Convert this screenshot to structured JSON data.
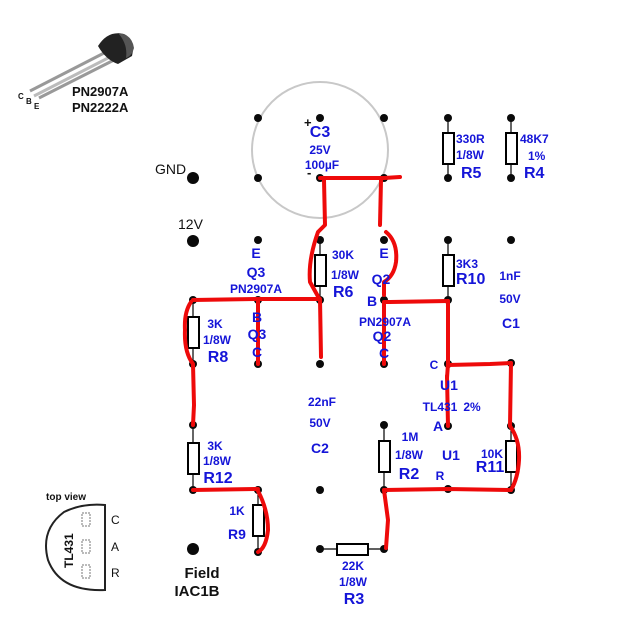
{
  "diagram": {
    "title": "PCB component layout with hand-drawn red jumper wires",
    "transistor_legend": {
      "pins": [
        "C",
        "B",
        "E"
      ],
      "parts": [
        "PN2907A",
        "PN2222A"
      ]
    },
    "tl431_legend": {
      "caption": "top view",
      "body_text": "TL431",
      "pins": [
        "C",
        "A",
        "R"
      ]
    },
    "terminals": {
      "gnd": "GND",
      "v12": "12V",
      "field_line1": "Field",
      "field_line2": "IAC1B"
    },
    "c3": {
      "plus": "+",
      "minus": "-",
      "name": "C3",
      "voltage": "25V",
      "value": "100µF"
    },
    "r5": {
      "value": "330R",
      "rating": "1/8W",
      "name": "R5"
    },
    "r4": {
      "value": "48K7",
      "rating": "1%",
      "name": "R4"
    },
    "q3": {
      "pin_e": "E",
      "name_top": "Q3",
      "part": "PN2907A",
      "pin_b": "B",
      "name_bottom": "Q3",
      "pin_c": "C"
    },
    "r6": {
      "value": "30K",
      "rating": "1/8W",
      "name": "R6"
    },
    "q2": {
      "pin_e": "E",
      "name_top": "Q2",
      "pin_b": "B",
      "part": "PN2907A",
      "name_bottom": "Q2",
      "pin_c": "C"
    },
    "r10": {
      "value": "3K3",
      "name": "R10"
    },
    "c1": {
      "value": "1nF",
      "voltage": "50V",
      "name": "C1"
    },
    "r8": {
      "value": "3K",
      "rating": "1/8W",
      "name": "R8"
    },
    "c2": {
      "value": "22nF",
      "voltage": "50V",
      "name": "C2"
    },
    "u1_top": {
      "pin_c": "C",
      "name": "U1",
      "part": "TL431",
      "tolerance": "2%",
      "pin_a": "A"
    },
    "u1_bottom": {
      "name": "U1",
      "pin_r": "R"
    },
    "r2": {
      "value": "1M",
      "rating": "1/8W",
      "name": "R2"
    },
    "r11": {
      "value": "10K",
      "name": "R11"
    },
    "r12": {
      "value": "3K",
      "rating": "1/8W",
      "name": "R12"
    },
    "r9": {
      "value": "1K",
      "name": "R9"
    },
    "r3": {
      "value": "22K",
      "rating": "1/8W",
      "name": "R3"
    }
  }
}
